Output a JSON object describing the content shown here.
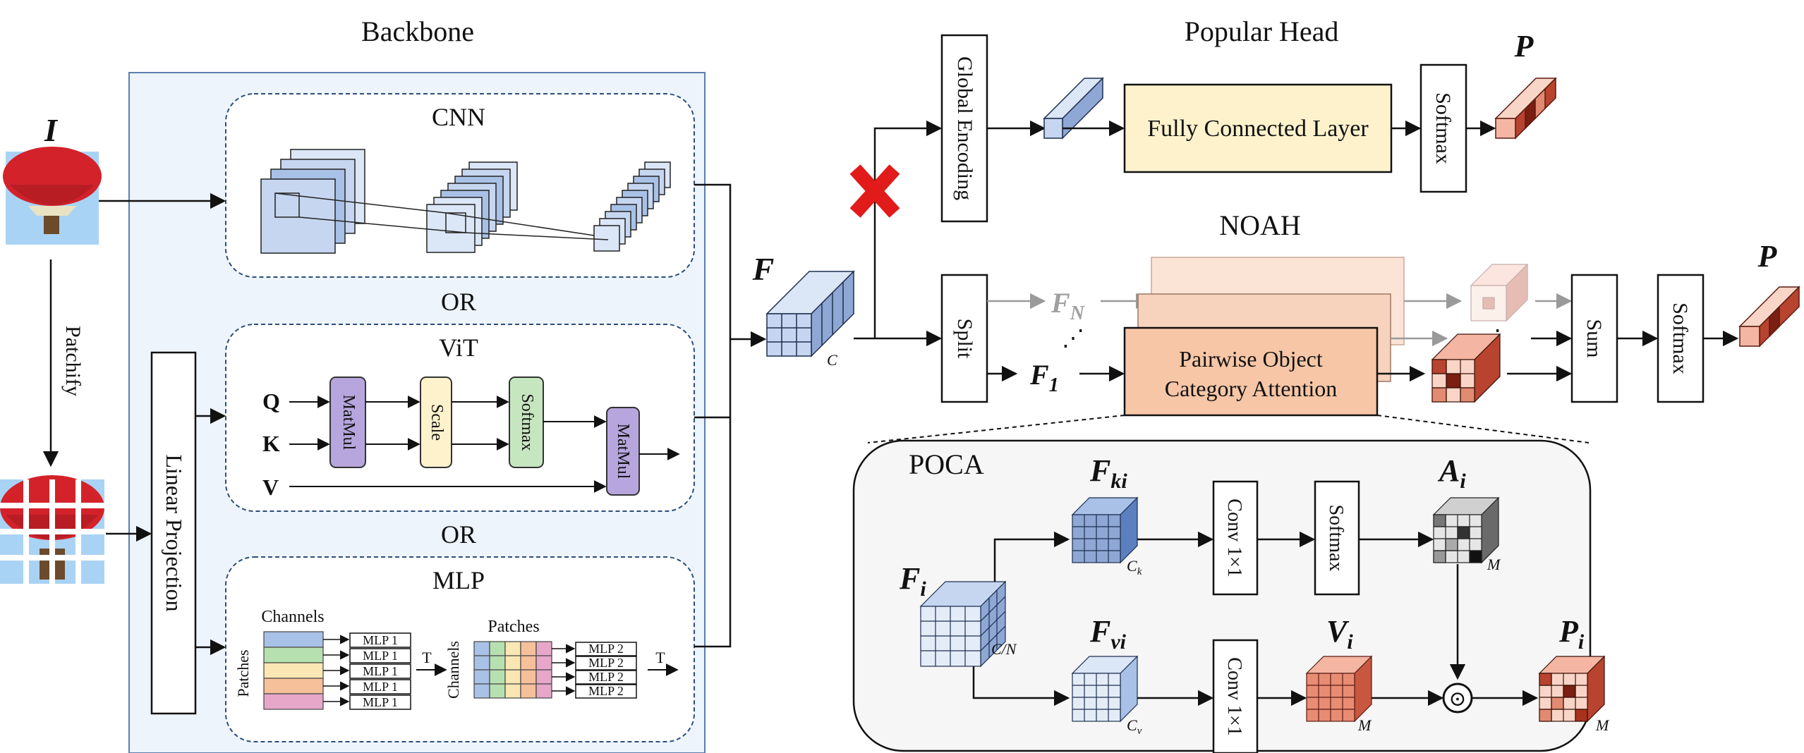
{
  "backbone": {
    "title": "Backbone",
    "input_label": "I",
    "patchify_label": "Patchify",
    "linear_projection_label": "Linear Projection",
    "cnn": {
      "title": "CNN"
    },
    "or_label_1": "OR",
    "or_label_2": "OR",
    "vit": {
      "title": "ViT",
      "q": "Q",
      "k": "K",
      "v": "V",
      "matmul_1": "MatMul",
      "scale": "Scale",
      "softmax": "Softmax",
      "matmul_2": "MatMul"
    },
    "mlp": {
      "title": "MLP",
      "channels_label": "Channels",
      "patches_label": "Patches",
      "patches_label_2": "Patches",
      "channels_label_2": "Channels",
      "mlp1": "MLP 1",
      "mlp2": "MLP 2",
      "transpose_1": "T",
      "transpose_2": "T"
    }
  },
  "feature": {
    "label": "F",
    "dim": "C"
  },
  "popular_head": {
    "title": "Popular Head",
    "global_encoding": "Global Encoding",
    "fully_connected": "Fully Connected Layer",
    "softmax": "Softmax",
    "output": "P"
  },
  "noah": {
    "title": "NOAH",
    "split": "Split",
    "fn_label": "F",
    "fn_sub": "N",
    "f1_label": "F",
    "f1_sub": "1",
    "poca_block_line1": "Pairwise Object",
    "poca_block_line2": "Category Attention",
    "sum": "Sum",
    "softmax": "Softmax",
    "output": "P"
  },
  "poca": {
    "title": "POCA",
    "fi": "F",
    "fi_sub": "i",
    "fi_dim": "C/N",
    "fki": "F",
    "fki_sub": "ki",
    "fki_dim": "C",
    "fki_dim_sub": "k",
    "fvi": "F",
    "fvi_sub": "vi",
    "fvi_dim": "C",
    "fvi_dim_sub": "v",
    "conv1": "Conv 1×1",
    "conv2": "Conv 1×1",
    "softmax": "Softmax",
    "ai": "A",
    "ai_sub": "i",
    "ai_dim": "M",
    "vi": "V",
    "vi_sub": "i",
    "vi_dim": "M",
    "pi": "P",
    "pi_sub": "i",
    "pi_dim": "M",
    "hadamard": "⊙"
  },
  "colors": {
    "backbone_bg": "#eef4fb",
    "backbone_border": "#5a7fae",
    "fc_fill": "#fdf2cc",
    "poca_block_fill": "#f6c6a6",
    "red_cross": "#e11a1a",
    "mlp_band_blue": "#a9c1e6",
    "mlp_band_green": "#b7e0b0",
    "mlp_band_yellow": "#fbe7b3",
    "mlp_band_orange": "#f6c09a",
    "mlp_band_pink": "#e7a7c9"
  }
}
